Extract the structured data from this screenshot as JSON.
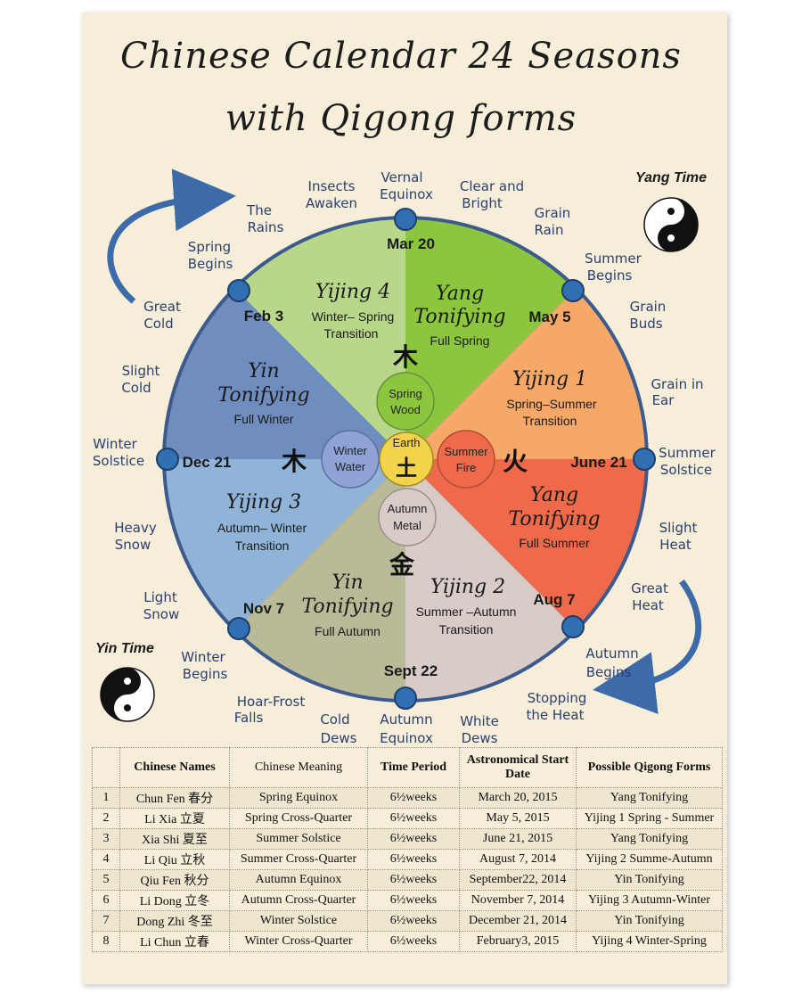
{
  "title": {
    "line1": "Chinese Calendar 24 Seasons",
    "line2": "with Qigong forms"
  },
  "yang_time": "Yang Time",
  "yin_time": "Yin Time",
  "dates": {
    "mar": "Mar 20",
    "may": "May 5",
    "jun": "June 21",
    "aug": "Aug 7",
    "sep": "Sept 22",
    "nov": "Nov 7",
    "dec": "Dec 21",
    "feb": "Feb 3"
  },
  "segments": {
    "full_spring": {
      "l1": "Yang",
      "l2": "Tonifying",
      "sub": "Full Spring"
    },
    "yijing1": {
      "l1": "Yijing 1",
      "sub1": "Spring–Summer",
      "sub2": "Transition"
    },
    "full_summer": {
      "l1": "Yang",
      "l2": "Tonifying",
      "sub": "Full Summer"
    },
    "yijing2": {
      "l1": "Yijing 2",
      "sub1": "Summer –Autumn",
      "sub2": "Transition"
    },
    "full_autumn": {
      "l1": "Yin",
      "l2": "Tonifying",
      "sub": "Full Autumn"
    },
    "yijing3": {
      "l1": "Yijing 3",
      "sub1": "Autumn– Winter",
      "sub2": "Transition"
    },
    "full_winter": {
      "l1": "Yin",
      "l2": "Tonifying",
      "sub": "Full Winter"
    },
    "yijing4": {
      "l1": "Yijing 4",
      "sub1": "Winter– Spring",
      "sub2": "Transition"
    }
  },
  "elements": {
    "spring": [
      "Spring",
      "Wood"
    ],
    "summer": [
      "Summer",
      "Fire"
    ],
    "autumn": [
      "Autumn",
      "Metal"
    ],
    "winter": [
      "Winter",
      "Water"
    ],
    "earth": "Earth",
    "glyph_wood": "木",
    "glyph_fire": "火",
    "glyph_metal": "金",
    "glyph_water": "木",
    "glyph_earth": "土"
  },
  "terms": {
    "vernal": [
      "Vernal",
      "Equinox"
    ],
    "insects": [
      "Insects",
      "Awaken"
    ],
    "clear": [
      "Clear and",
      "Bright"
    ],
    "rains": [
      "The",
      "Rains"
    ],
    "grain_rain": [
      "Grain",
      "Rain"
    ],
    "spring_begins": [
      "Spring",
      "Begins"
    ],
    "summer_begins": [
      "Summer",
      "Begins"
    ],
    "great_cold": [
      "Great",
      "Cold"
    ],
    "grain_buds": [
      "Grain",
      "Buds"
    ],
    "slight_cold": [
      "Slight",
      "Cold"
    ],
    "grain_ear": [
      "Grain in",
      "Ear"
    ],
    "winter_solstice": [
      "Winter",
      "Solstice"
    ],
    "summer_solstice": [
      "Summer",
      "Solstice"
    ],
    "heavy_snow": [
      "Heavy",
      "Snow"
    ],
    "slight_heat": [
      "Slight",
      "Heat"
    ],
    "light_snow": [
      "Light",
      "Snow"
    ],
    "great_heat": [
      "Great",
      "Heat"
    ],
    "winter_begins": [
      "Winter",
      "Begins"
    ],
    "autumn_begins": [
      "Autumn",
      "Begins"
    ],
    "hoar_frost": [
      "Hoar-Frost",
      "Falls"
    ],
    "stopping_heat": [
      "Stopping",
      "the Heat"
    ],
    "cold_dews": [
      "Cold",
      "Dews"
    ],
    "autumn_equinox": [
      "Autumn",
      "Equinox"
    ],
    "white_dews": [
      "White",
      "Dews"
    ]
  },
  "table": {
    "headers": [
      "",
      "Chinese Names",
      "Chinese Meaning",
      "Time Period",
      "Astronomical Start Date",
      "Possible Qigong Forms"
    ],
    "rows": [
      [
        "1",
        "Chun Fen 春分",
        "Spring Equinox",
        "6½weeks",
        "March 20, 2015",
        "Yang Tonifying"
      ],
      [
        "2",
        "Li Xia 立夏",
        "Spring Cross-Quarter",
        "6½weeks",
        "May 5, 2015",
        "Yijing 1 Spring - Summer"
      ],
      [
        "3",
        "Xia Shi 夏至",
        "Summer Solstice",
        "6½weeks",
        "June 21, 2015",
        "Yang Tonifying"
      ],
      [
        "4",
        "Li Qiu 立秋",
        "Summer Cross-Quarter",
        "6½weeks",
        "August 7, 2014",
        "Yijing 2 Summe-Autumn"
      ],
      [
        "5",
        "Qiu Fen 秋分",
        "Autumn Equinox",
        "6½weeks",
        "September22, 2014",
        "Yin Tonifying"
      ],
      [
        "6",
        "Li Dong 立冬",
        "Autumn Cross-Quarter",
        "6½weeks",
        "November 7, 2014",
        "Yijing 3 Autumn-Winter"
      ],
      [
        "7",
        "Dong Zhi 冬至",
        "Winter Solstice",
        "6½weeks",
        "December 21, 2014",
        "Yin Tonifying"
      ],
      [
        "8",
        "Li Chun 立春",
        "Winter Cross-Quarter",
        "6½weeks",
        "February3, 2015",
        "Yijing 4 Winter-Spring"
      ]
    ]
  },
  "colors": {
    "ring": "#3d5a8c",
    "spring": "#8cc63f",
    "yijing1": "#f6a868",
    "summer": "#ef6a4a",
    "yijing2": "#d9cbc7",
    "autumn": "#b9bb98",
    "yijing3": "#8fb4d8",
    "winter": "#6f8dbf",
    "yijing4": "#b9d78a"
  }
}
